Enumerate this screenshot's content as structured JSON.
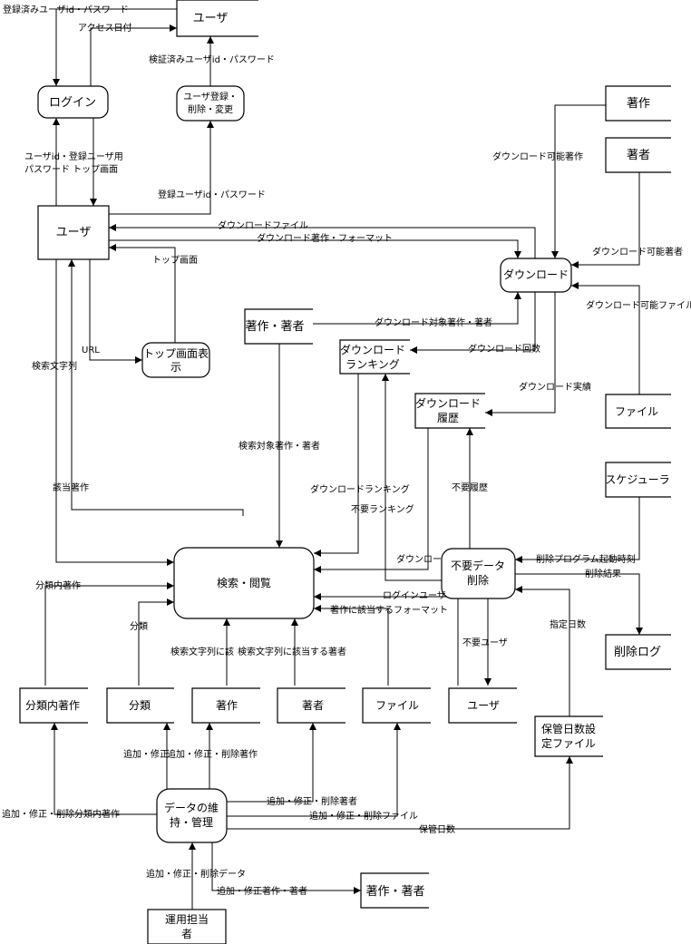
{
  "nodes": {
    "user_store_top": "ユーザ",
    "login": "ログイン",
    "user_register": [
      "ユーザ登録・",
      "削除・変更"
    ],
    "user_main": "ユーザ",
    "top_screen": [
      "トップ画面表",
      "示"
    ],
    "works_right": "著作",
    "authors_right": "著者",
    "download": "ダウンロード",
    "works_authors_mid": "著作・著者",
    "download_ranking": [
      "ダウンロード",
      "ランキング"
    ],
    "download_history": [
      "ダウンロード",
      "履歴"
    ],
    "file_right": "ファイル",
    "scheduler": "スケジューラ",
    "search_browse": "検索・閲覧",
    "cleanup": [
      "不要データ",
      "削除"
    ],
    "deletion_log": "削除ログ",
    "category_works": "分類内著作",
    "category": "分類",
    "works_bottom": "著作",
    "authors_bottom": "著者",
    "file_bottom": "ファイル",
    "user_bottom": "ユーザ",
    "retention_file": [
      "保管日数設",
      "定ファイル"
    ],
    "maintenance": [
      "データの維",
      "持・管理"
    ],
    "works_authors_bottom": "著作・著者",
    "operator": [
      "運用担当",
      "者"
    ]
  },
  "labels": {
    "registered_id_pw": "登録済みユーザid・パスワード",
    "access_date": "アクセス日付",
    "verified_id_pw": "検証済みユーザid・パスワード",
    "login_out_1": "ユーザid・登録ユーザ用",
    "login_out_2": "パスワード  トップ画面",
    "register_id_pw": "登録ユーザid・パスワード",
    "download_file": "ダウンロードファイル",
    "download_work_format": "ダウンロード著作・フォーマット",
    "downloadable_works": "ダウンロード可能著作",
    "downloadable_authors": "ダウンロード可能著者",
    "downloadable_files": "ダウンロード可能ファイル",
    "top_screen": "トップ画面",
    "url": "URL",
    "search_string": "検索文字列",
    "download_target": "ダウンロード対象著作・著者",
    "download_count": "ダウンロード回数",
    "download_record": "ダウンロード実績",
    "search_target": "検索対象著作・著者",
    "matching_works": "該当著作",
    "download_ranking": "ダウンロードランキング",
    "unneeded_history": "不要履歴",
    "unneeded_ranking": "不要ランキング",
    "download_clipped": "ダウンロー",
    "cleanup_start_time": "削除プログラム起動時刻",
    "cleanup_result": "削除結果",
    "category_works": "分類内著作",
    "login_user": "ログインユーザ",
    "format_for_work": "著作に該当するフォーマット",
    "specified_days": "指定日数",
    "category": "分類",
    "unneeded_user": "不要ユーザ",
    "search_string_clipped": "検索文字列に該",
    "authors_for_string": "検索文字列に該当する著者",
    "add_edit_a": "追加・修正",
    "add_edit_del_works": "追加・修正・削除著作",
    "add_edit_del_authors": "追加・修正・削除著者",
    "add_edit_del_cat_works": "追加・修正・削除分類内著作",
    "add_edit_del_files": "追加・修正・削除ファイル",
    "retention_days": "保管日数",
    "add_edit_del_data": "追加・修正・削除データ",
    "add_edit_works_authors": "追加・修正著作・著者"
  }
}
